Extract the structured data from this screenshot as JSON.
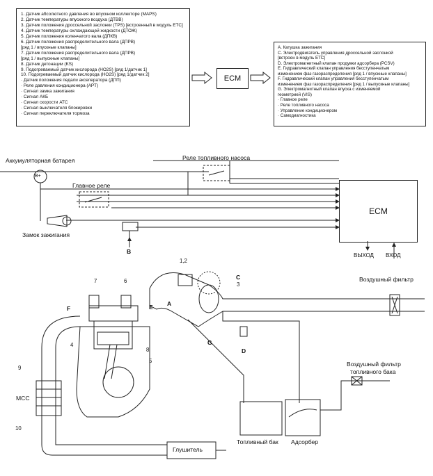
{
  "inputs": [
    "1. Датчик абсолютного давления во впускном коллекторе (MAPS)",
    "2. Датчик температуры впускного воздуха (ДТВВ)",
    "3. Датчик положения дроссельной заслонки (TPS) [встроенный в модуль ETC]",
    "4. Датчик температуры охлаждающей жидкости (ДТОЖ)",
    "5. Датчик положения коленчатого вала (ДПКВ)",
    "6. Датчик положения распределительного вала (ДПРВ)",
    "[ряд 1 / впускные клапаны]",
    "7. Датчик положения распределительного вала (ДПРВ)",
    "[ряд 1 / выпускные клапаны]",
    "8. Датчик детонации (KS)",
    "9. Подогреваемый датчик кислорода (HO2S) [ряд 1/датчик 1]",
    "10. Подогреваемый датчик кислорода (HO2S) [ряд 1/датчик 2]",
    "· Датчик положения педали акселератора (ДПП)",
    "· Реле давления кондиционера (APT)",
    "· Сигнал замка зажигания",
    "· Сигнал АКБ",
    "· Сигнал скорости АТС",
    "· Сигнал выключателя блокировки",
    "· Сигнал переключателя тормоза"
  ],
  "outputs": [
    "A. Катушка зажигания",
    "C. Электродвигатель управления дроссельной заслонкой",
    "[встроен в модуль ETC]",
    "D. Электромагнитный клапан продувки адсорбера (PCSV)",
    "E. Гидравлический клапан управления бесступенчатым",
    "изменением фаз газораспределения [ряд 1 / впускные клапаны]",
    "F. Гидравлический клапан управления бесступенчатым",
    "изменением фаз газораспределения [ряд 1 / выпускные клапаны]",
    "G. Электромагнитный клапан впуска с изменяемой",
    "геометрией (VIS)",
    "· Главное реле",
    "· Реле топливного насоса",
    "· Управление кондиционером",
    "· Самодиагностика"
  ],
  "labels": {
    "ecm": "ECM",
    "battery": "Аккумуляторная батарея",
    "battery_terminal": "B+",
    "fuel_pump_relay": "Реле топливного насоса",
    "main_relay": "Главное реле",
    "ignition_switch": "Замок зажигания",
    "output": "ВЫХОД",
    "input": "ВХОД",
    "air_filter": "Воздушный фильтр",
    "tank_air_filter_1": "Воздушный фильтр",
    "tank_air_filter_2": "топливного бака",
    "fuel_tank": "Топливный бак",
    "adsorber": "Адсорбер",
    "mcc": "MCC",
    "muffler": "Глушитель"
  },
  "callouts": {
    "n12": "1,2",
    "n3": "3",
    "n4": "4",
    "n5": "5",
    "n6": "6",
    "n7": "7",
    "n8": "8",
    "n9": "9",
    "n10": "10",
    "A": "A",
    "B": "B",
    "C": "C",
    "D": "D",
    "E": "E",
    "F": "F",
    "G": "G"
  }
}
